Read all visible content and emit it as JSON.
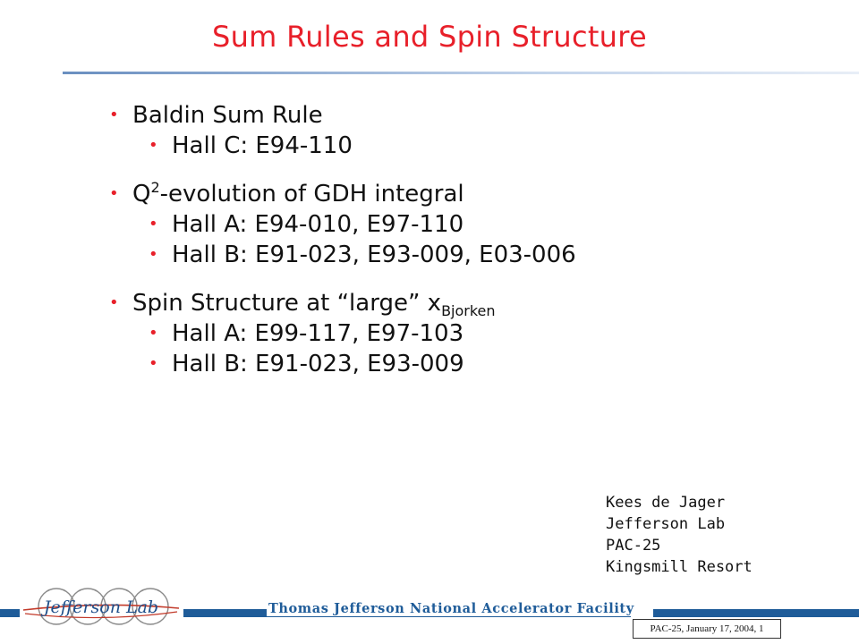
{
  "slide": {
    "title": "Sum Rules and Spin Structure",
    "bullet_glyph": "•",
    "sections": [
      {
        "heading": "Baldin Sum Rule",
        "items": [
          "Hall C: E94-110"
        ]
      },
      {
        "heading_pre": "Q",
        "heading_sup": "2",
        "heading_post": "-evolution of GDH integral",
        "items": [
          "Hall A: E94-010, E97-110",
          "Hall B: E91-023, E93-009, E03-006"
        ]
      },
      {
        "heading_pre": "Spin Structure at “large” x",
        "heading_sub": "Bjorken",
        "items": [
          "Hall A: E99-117, E97-103",
          "Hall B: E91-023, E93-009"
        ]
      }
    ],
    "author": [
      "Kees de Jager",
      "Jefferson Lab",
      "PAC-25",
      "Kingsmill Resort"
    ]
  },
  "footer": {
    "logo_text": "Jefferson Lab",
    "facility": "Thomas Jefferson National Accelerator Facility",
    "page_label": "PAC-25, January 17, 2004, 1"
  },
  "colors": {
    "title": "#e8202a",
    "bullet": "#e8202a",
    "brand_blue": "#1f5c99"
  },
  "icons": {
    "logo": "jefferson-lab-logo"
  }
}
